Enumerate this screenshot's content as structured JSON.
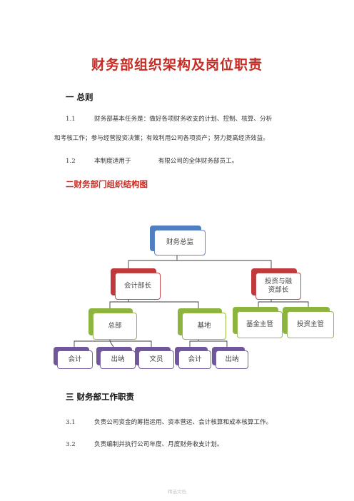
{
  "title": "财务部组织架构及岗位职责",
  "section1": {
    "heading": "一  总则",
    "p1": {
      "num": "1.1",
      "line1": "财务部基本任务是：做好各项财务收支的计划、控制、核算、分析",
      "line2": "和考核工作；参与经营投资决策；有效利用公司各项资产；努力提高经济效益。"
    },
    "p2": {
      "num": "1.2",
      "text_a": "本制度适用于",
      "text_b": "有限公司的全体财务部员工。"
    }
  },
  "section2": {
    "heading": "二财务部门组织结构图"
  },
  "org": {
    "top": "财务总监",
    "acct_head": "会计部长",
    "invest_head": "投资与融资部长",
    "hq": "总部",
    "base": "基地",
    "fund_mgr": "基金主管",
    "invest_mgr": "投资主管",
    "hq_accountant": "会计",
    "hq_cashier": "出纳",
    "hq_clerk": "文员",
    "base_accountant": "会计",
    "base_cashier": "出纳"
  },
  "section3": {
    "heading": "三    财务部工作职责",
    "p1": {
      "num": "3.1",
      "text": "负责公司资金的筹措运用、资本营运、会计核算和成本核算工作。"
    },
    "p2": {
      "num": "3.2",
      "text": "负责编制并执行公司年度、月度财务收支计划。"
    }
  },
  "footer": "精选文档"
}
